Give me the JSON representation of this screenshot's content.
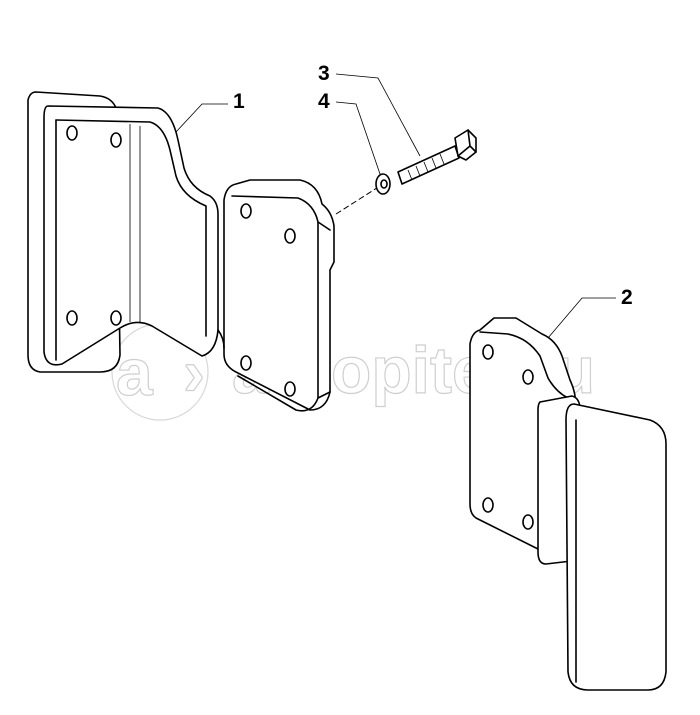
{
  "diagram": {
    "callouts": [
      {
        "id": "1",
        "label": "1"
      },
      {
        "id": "2",
        "label": "2"
      },
      {
        "id": "3",
        "label": "3"
      },
      {
        "id": "4",
        "label": "4"
      }
    ],
    "watermark": "autopiter.ru"
  }
}
